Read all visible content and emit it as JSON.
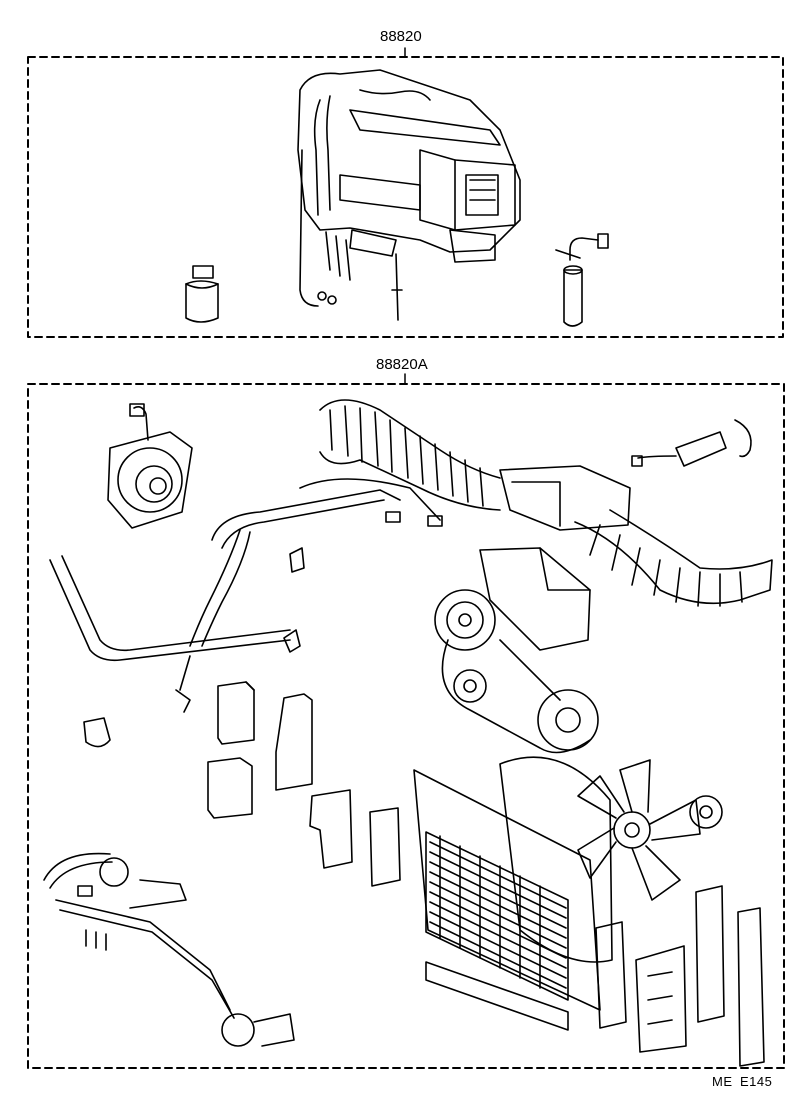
{
  "kit_top": {
    "part_number": "88820"
  },
  "kit_bottom": {
    "part_number": "88820A"
  },
  "footer": {
    "code_a": "ME",
    "code_b": "E145"
  },
  "colors": {
    "ink": "#000000",
    "paper": "#ffffff"
  }
}
